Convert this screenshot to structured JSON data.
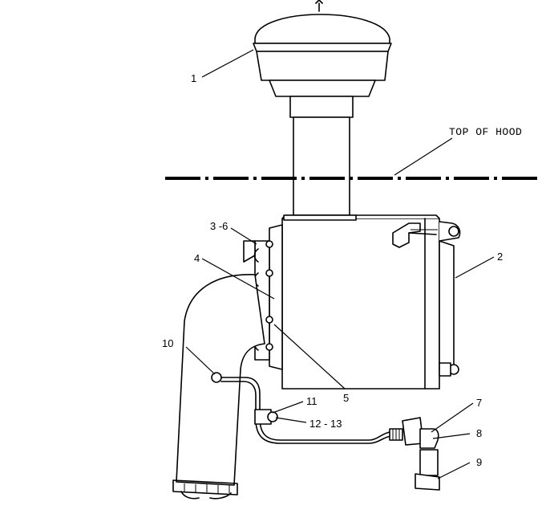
{
  "hood_label": "TOP OF HOOD",
  "callouts": {
    "c1": "1",
    "c2": "2",
    "c3_6": "3 -6",
    "c4": "4",
    "c5": "5",
    "c7": "7",
    "c8": "8",
    "c9": "9",
    "c10": "10",
    "c11": "11",
    "c12_13": "12 - 13"
  }
}
